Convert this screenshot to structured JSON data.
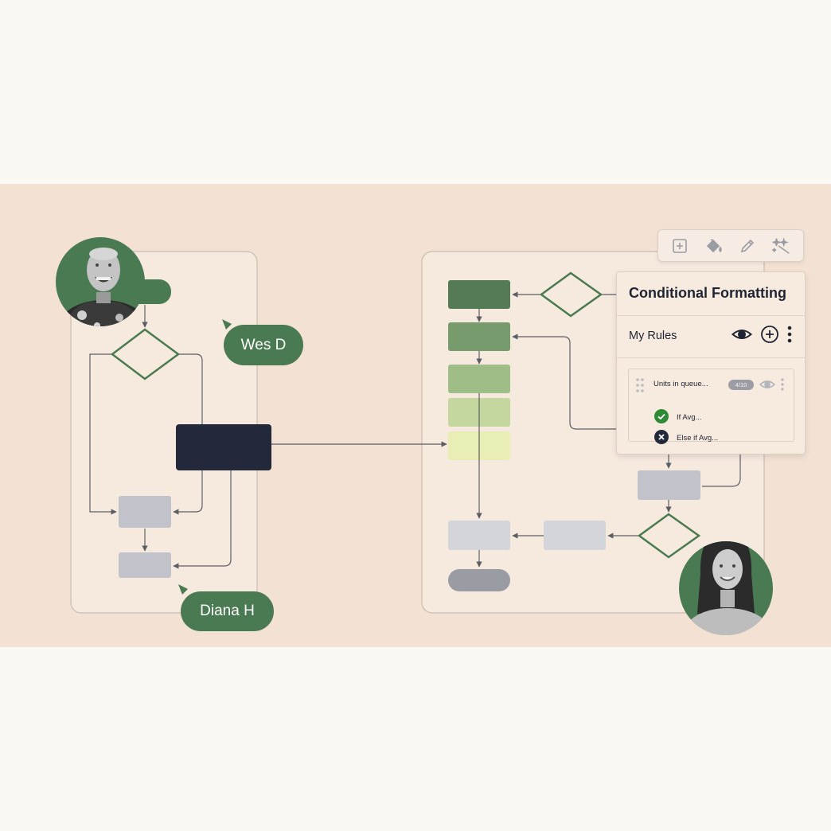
{
  "collaborators": [
    {
      "name": "Wes D",
      "avatar": "male-user-photo"
    },
    {
      "name": "Diana H",
      "avatar": "female-user-photo"
    }
  ],
  "toolbar": {
    "tools": [
      "frame-icon",
      "paint-bucket-icon",
      "pencil-icon",
      "magic-wand-sparkle-icon"
    ]
  },
  "panel": {
    "title": "Conditional Formatting",
    "rules_label": "My Rules",
    "rule": {
      "title": "Units in queue...",
      "count": "4/10",
      "conditions": [
        {
          "text": "If Avg...",
          "status": "success"
        },
        {
          "text": "Else if Avg...",
          "status": "failure"
        }
      ]
    }
  },
  "colors": {
    "accent_green": "#4a7a52",
    "dark_node": "#23293a",
    "gray_node": "#c2c3ca",
    "background": "#f3e2d4",
    "gradient": [
      "#557a56",
      "#779b6d",
      "#9fbd87",
      "#c3d79e",
      "#e9efb4"
    ]
  }
}
